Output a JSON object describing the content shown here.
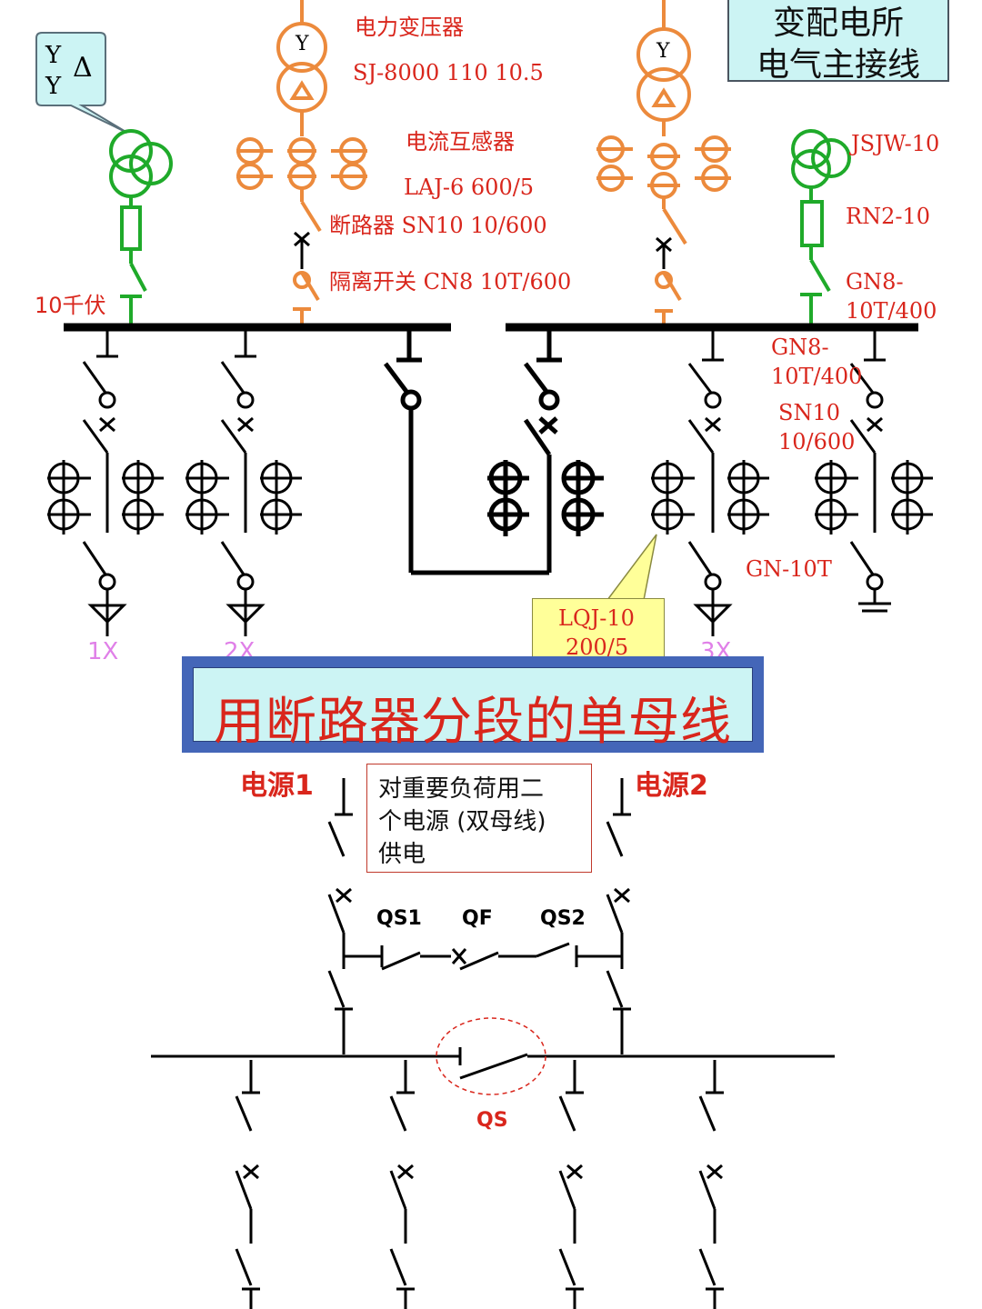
{
  "title": {
    "line1": "变配电所",
    "line2": "电气主接线"
  },
  "upper": {
    "yyd_callout": {
      "row1_a": "Y",
      "row1_b": "Δ",
      "row2": "Y"
    },
    "transformer_symbol": "Y",
    "labels": {
      "transformer_name": "电力变压器",
      "transformer_model": "SJ-8000  110  10.5",
      "ct_name": "电流互感器",
      "ct_model": "LAJ-6 600/5",
      "breaker": "断路器   SN10  10/600",
      "isolator": "隔离开关 CN8  10T/600",
      "bus_voltage": "10千伏",
      "pt_model": "JSJW-10",
      "fuse_model": "RN2-10",
      "gn8_400_a": "GN8-",
      "gn8_400_b": "10T/400",
      "gn8_feeder_a": "GN8-",
      "gn8_feeder_b": "10T/400",
      "sn10_a": "SN10",
      "sn10_b": "10/600",
      "gn10t": "GN-10T",
      "lqj_a": "LQJ-10",
      "lqj_b": "200/5"
    },
    "feeder_labels": [
      "1X",
      "2X",
      "3X"
    ]
  },
  "banner": {
    "text": "用断路器分段的单母线"
  },
  "lower": {
    "source1": "电源1",
    "source2": "电源2",
    "note": {
      "line1": "对重要负荷用二",
      "line2": "个电源 (双母线)",
      "line3": "供电"
    },
    "qs1": "QS1",
    "qf": "QF",
    "qs2": "QS2",
    "qs": "QS"
  },
  "colors": {
    "green": "#1faa2a",
    "orange": "#ec8a3c",
    "black": "#000000",
    "red": "#d9261c",
    "magenta": "#e080e8"
  }
}
